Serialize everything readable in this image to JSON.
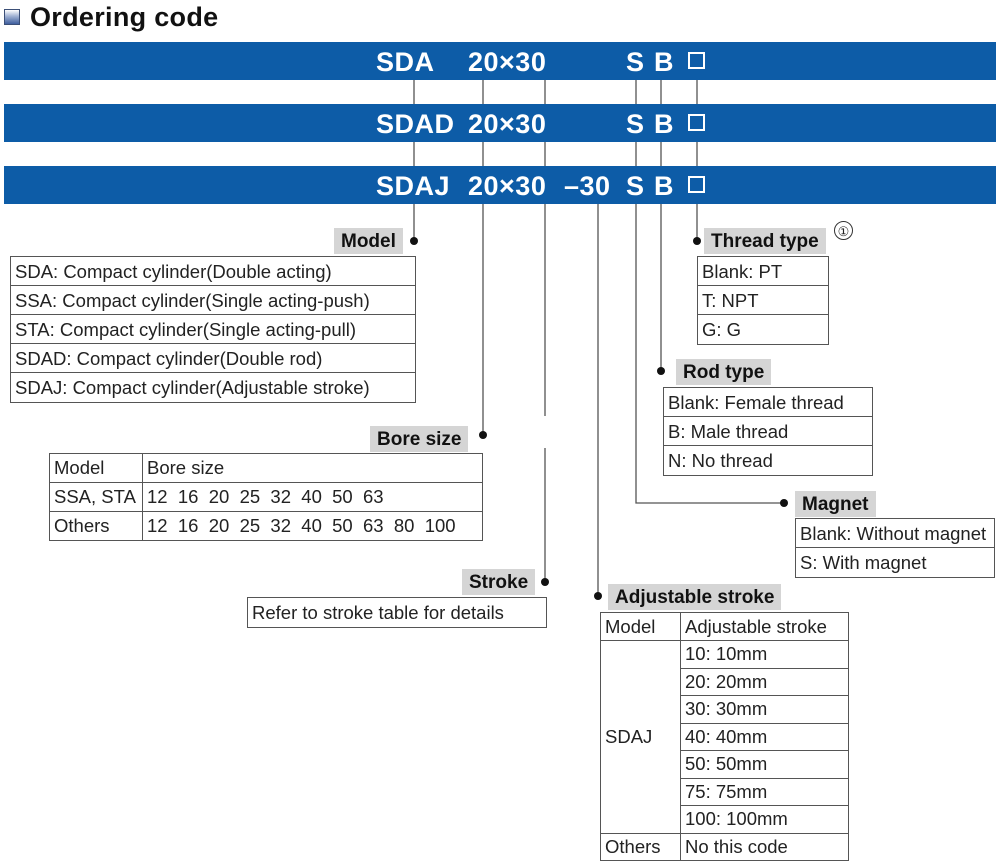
{
  "title": "Ordering code",
  "codes": [
    {
      "model": "SDA",
      "size": "20×30",
      "adj": "",
      "magnet": "S",
      "rod": "B"
    },
    {
      "model": "SDAD",
      "size": "20×30",
      "adj": "",
      "magnet": "S",
      "rod": "B"
    },
    {
      "model": "SDAJ",
      "size": "20×30",
      "adj": "–30",
      "magnet": "S",
      "rod": "B"
    }
  ],
  "model": {
    "caption": "Model",
    "rows": [
      "SDA: Compact cylinder(Double acting)",
      "SSA: Compact cylinder(Single acting-push)",
      "STA: Compact cylinder(Single acting-pull)",
      "SDAD: Compact cylinder(Double rod)",
      "SDAJ: Compact cylinder(Adjustable stroke)"
    ]
  },
  "bore": {
    "caption": "Bore size",
    "header": [
      "Model",
      "Bore size"
    ],
    "rows": [
      {
        "model": "SSA, STA",
        "sizes": "12  16  20  25  32  40  50  63"
      },
      {
        "model": "Others",
        "sizes": "12  16  20  25  32  40  50  63  80  100"
      }
    ]
  },
  "stroke": {
    "caption": "Stroke",
    "text": "Refer to stroke table for details"
  },
  "thread": {
    "caption": "Thread type",
    "note": "①",
    "rows": [
      "Blank: PT",
      "T: NPT",
      "G: G"
    ]
  },
  "rod": {
    "caption": "Rod type",
    "rows": [
      "Blank: Female thread",
      "B: Male thread",
      "N: No thread"
    ]
  },
  "magnet": {
    "caption": "Magnet",
    "rows": [
      "Blank: Without magnet",
      "S: With magnet"
    ]
  },
  "adjustable": {
    "caption": "Adjustable stroke",
    "header": [
      "Model",
      "Adjustable stroke"
    ],
    "model": "SDAJ",
    "values": [
      "10: 10mm",
      "20: 20mm",
      "30: 30mm",
      "40: 40mm",
      "50: 50mm",
      "75: 75mm",
      "100: 100mm"
    ],
    "others_model": "Others",
    "others_value": "No this code"
  }
}
